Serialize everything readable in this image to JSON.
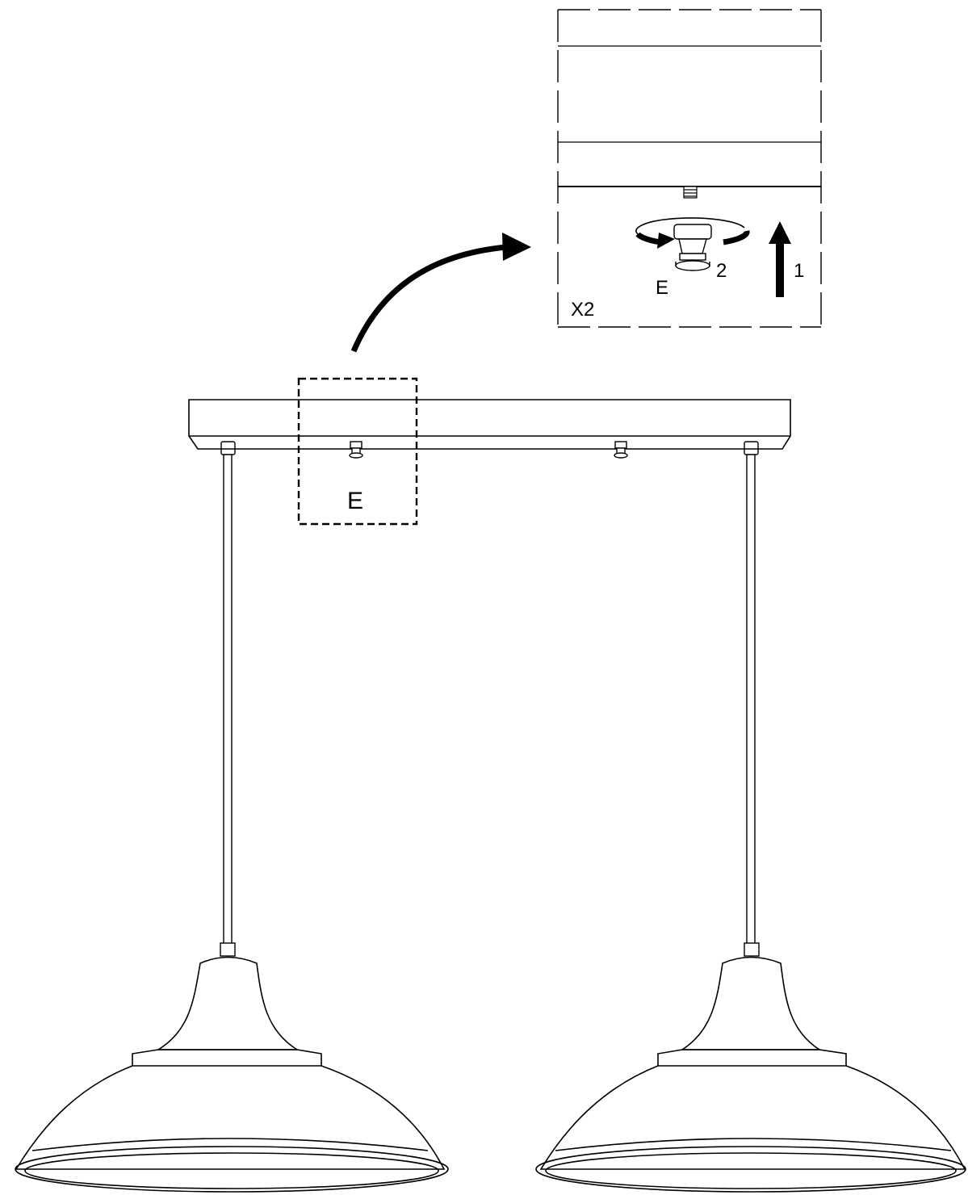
{
  "detail_view": {
    "multiplier": "X2",
    "part_label": "E",
    "step_1": "1",
    "step_2": "2"
  },
  "main_view": {
    "callout_label": "E"
  },
  "colors": {
    "line": "#000000",
    "background": "#ffffff"
  },
  "icons": [
    "curved-arrow-icon",
    "rotate-arrow-icon",
    "push-up-arrow-icon",
    "pendant-lamp-icon"
  ]
}
